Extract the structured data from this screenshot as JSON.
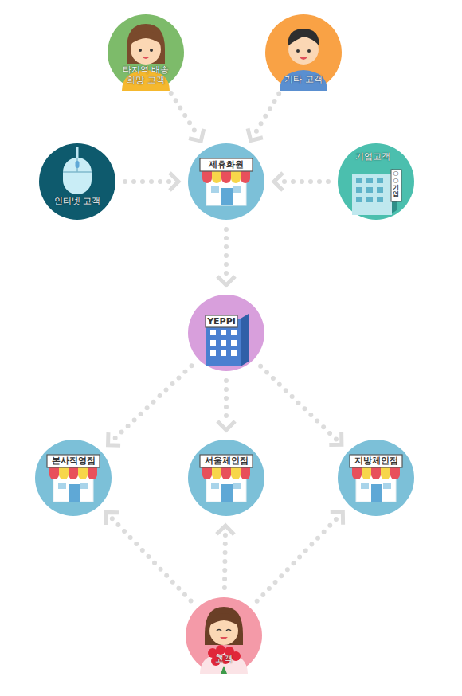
{
  "diagram": {
    "nodes": [
      {
        "text": [
          "타지역 배송 희망 고객"
        ]
      },
      {
        "text": [
          "기타 고객"
        ]
      },
      {
        "text": [
          "인터넷 고객"
        ]
      },
      {
        "text": [
          "제휴화원"
        ]
      },
      {
        "text": [
          "기업고객",
          "○○기업"
        ]
      },
      {
        "text": [
          "YEPPI"
        ]
      },
      {
        "text": [
          "본사직영점"
        ]
      },
      {
        "text": [
          "서울체인점"
        ]
      },
      {
        "text": [
          "지방체인점"
        ]
      },
      {
        "text": [
          "고객"
        ]
      }
    ],
    "edges": [
      {
        "from": 0,
        "to": 3,
        "arrow": "to"
      },
      {
        "from": 1,
        "to": 3,
        "arrow": "to"
      },
      {
        "from": 2,
        "to": 3,
        "arrow": "to"
      },
      {
        "from": 4,
        "to": 3,
        "arrow": "to"
      },
      {
        "from": 3,
        "to": 5,
        "arrow": "to"
      },
      {
        "from": 5,
        "to": 6,
        "arrow": "to"
      },
      {
        "from": 5,
        "to": 7,
        "arrow": "to"
      },
      {
        "from": 5,
        "to": 8,
        "arrow": "to"
      },
      {
        "from": 9,
        "to": 6,
        "arrow": "to"
      },
      {
        "from": 9,
        "to": 7,
        "arrow": "to"
      },
      {
        "from": 9,
        "to": 8,
        "arrow": "to"
      }
    ]
  }
}
